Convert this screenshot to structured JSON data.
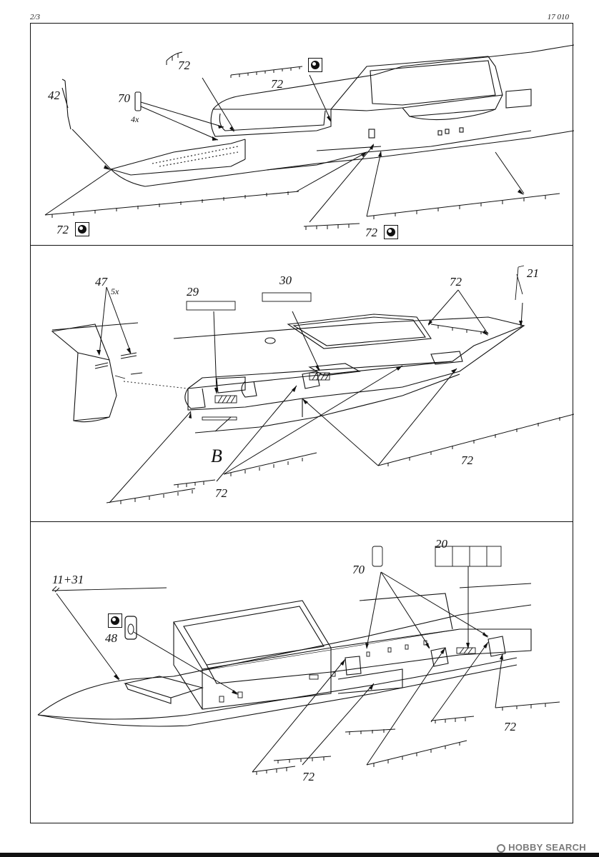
{
  "header": {
    "page": "2/3",
    "code": "17 010"
  },
  "panels": [
    {
      "labels": {
        "l42": "42",
        "l70": "70",
        "l4x": "4x",
        "l72a": "72",
        "l72b": "72",
        "l72c": "72",
        "l72d": "72"
      }
    },
    {
      "labels": {
        "l47": "47",
        "l5x": "5x",
        "l29": "29",
        "l30": "30",
        "l72a": "72",
        "l21": "21",
        "lB": "B",
        "l72b": "72",
        "l72c": "72"
      }
    },
    {
      "labels": {
        "l11": "11+31",
        "l48": "48",
        "l70": "70",
        "l20": "20",
        "l72a": "72",
        "l72b": "72"
      }
    }
  ],
  "icons": {
    "etch_symbol": "photo-etch-symbol-icon"
  },
  "watermark": {
    "text": "HOBBY SEARCH"
  }
}
